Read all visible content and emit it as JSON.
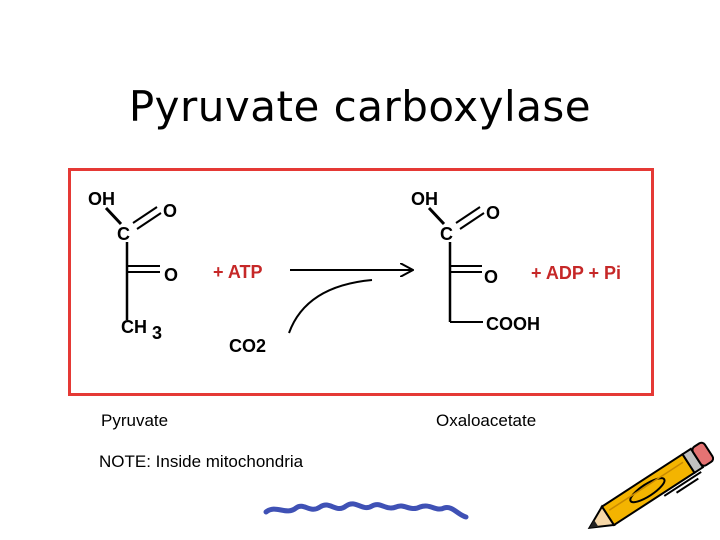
{
  "title": "Pyruvate carboxylase",
  "pyruvate": {
    "oh": "OH",
    "c": "C",
    "o_top": "O",
    "o_mid": "O",
    "ch": "CH",
    "sub3": "3"
  },
  "reagents": {
    "atp": "+ ATP",
    "co2": "CO2"
  },
  "oxaloacetate": {
    "oh": "OH",
    "c": "C",
    "o_top": "O",
    "o_mid": "O",
    "cooh": "COOH",
    "products": "+ ADP + Pi"
  },
  "labels": {
    "pyruvate": "Pyruvate",
    "oxaloacetate": "Oxaloacetate",
    "note": "NOTE: Inside mitochondria"
  },
  "colors": {
    "border": "#e53935",
    "reagent_text": "#c62828",
    "scribble": "#3f51b5",
    "pencil_body": "#f4b400"
  },
  "icons": {
    "clipart": "pencil-icon",
    "decoration": "scribble-icon"
  }
}
